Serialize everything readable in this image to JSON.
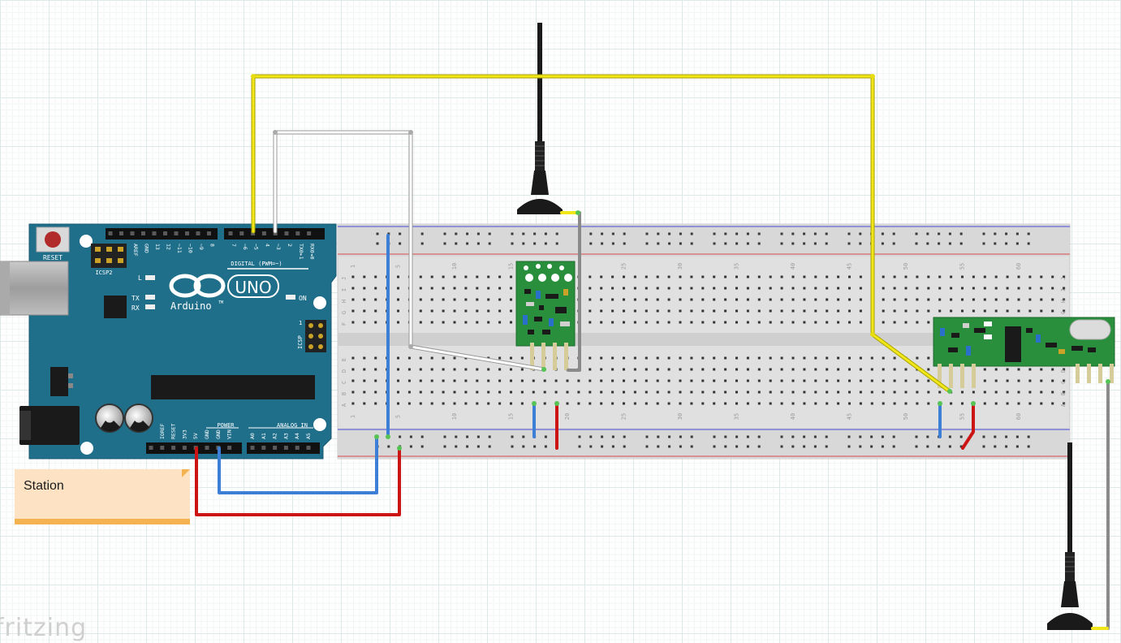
{
  "note": {
    "text": "Station"
  },
  "watermark": "fritzing",
  "arduino": {
    "reset": "RESET",
    "icsp2": "ICSP2",
    "icsp": "ICSP",
    "uno": "UNO",
    "brand": "Arduino",
    "tm": "TM",
    "on": "ON",
    "l": "L",
    "tx": "TX",
    "rx": "RX",
    "one": "1",
    "digital": "DIGITAL (PWM=~)",
    "power": "POWER",
    "analog": "ANALOG IN",
    "digital_pins": [
      "AREF",
      "GND",
      "13",
      "12",
      "~11",
      "~10",
      "~9",
      "8",
      "7",
      "~6",
      "~5",
      "4",
      "~3",
      "2",
      "TX0▸1",
      "RX0◂0"
    ],
    "power_pins": [
      "IOREF",
      "RESET",
      "3V3",
      "5V",
      "GND",
      "GND",
      "VIN"
    ],
    "analog_pins": [
      "A0",
      "A1",
      "A2",
      "A3",
      "A4",
      "A5"
    ]
  },
  "breadboard": {
    "row_letters_top": [
      "J",
      "I",
      "H",
      "G",
      "F"
    ],
    "row_letters_bottom": [
      "E",
      "D",
      "C",
      "B",
      "A"
    ],
    "col_numbers": [
      "1",
      "5",
      "10",
      "15",
      "20",
      "25",
      "30",
      "35",
      "40",
      "45",
      "50",
      "55",
      "60"
    ]
  },
  "colors": {
    "arduino": "#1f6f8b",
    "wire_yellow": "#f0e618",
    "wire_white": "#bbbbbb",
    "wire_blue": "#3d7fd6",
    "wire_red": "#cc1414",
    "wire_gray": "#8a8a8a",
    "module_green": "#2a8f3c"
  },
  "icons": [
    "arduino-logo-icon",
    "antenna-icon"
  ]
}
